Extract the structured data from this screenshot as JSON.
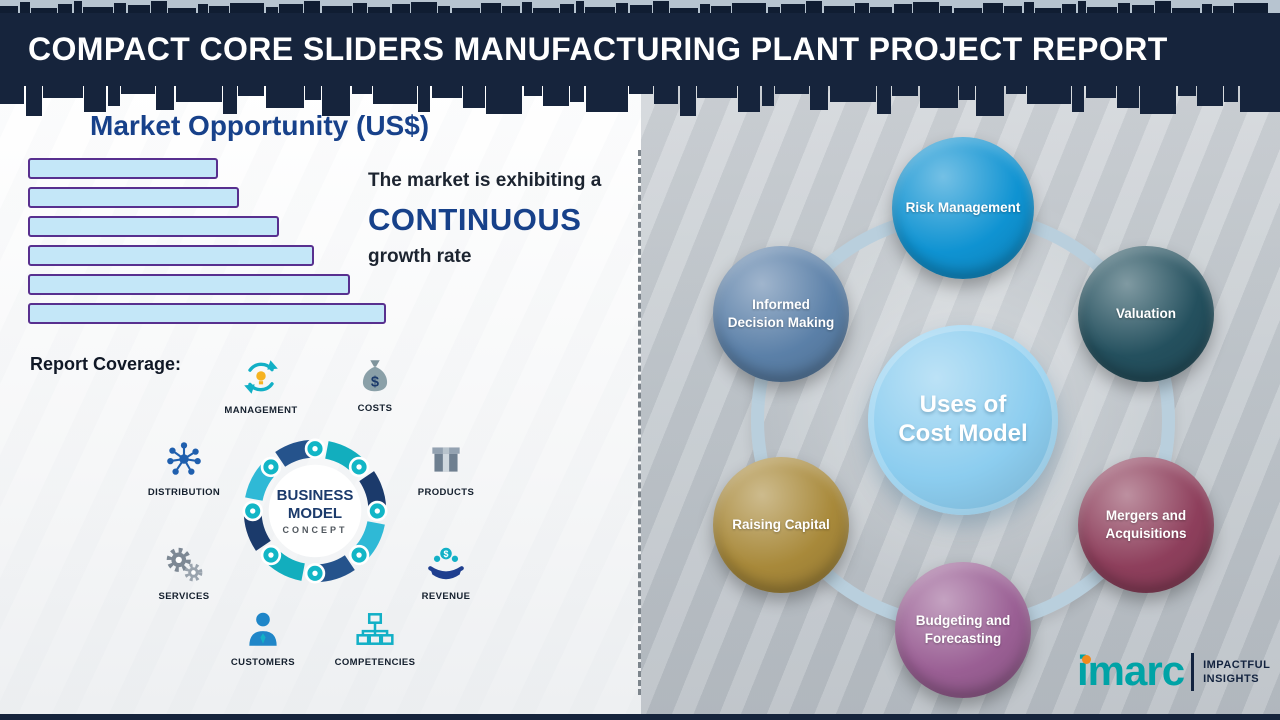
{
  "header": {
    "title": "COMPACT CORE SLIDERS MANUFACTURING PLANT PROJECT REPORT"
  },
  "left": {
    "section_title": "Market Opportunity (US$)",
    "growth": {
      "line1": "The market is exhibiting a",
      "line2": "CONTINUOUS",
      "line3": "growth rate"
    },
    "report_coverage_label": "Report Coverage:",
    "business_model": {
      "center_line1": "BUSINESS",
      "center_line2": "MODEL",
      "center_line3": "CONCEPT",
      "items": [
        {
          "label": "MANAGEMENT",
          "icon": "management-cycle-icon"
        },
        {
          "label": "COSTS",
          "icon": "money-bag-icon"
        },
        {
          "label": "DISTRIBUTION",
          "icon": "network-icon"
        },
        {
          "label": "PRODUCTS",
          "icon": "box-icon"
        },
        {
          "label": "SERVICES",
          "icon": "gears-icon"
        },
        {
          "label": "REVENUE",
          "icon": "hand-coins-icon"
        },
        {
          "label": "CUSTOMERS",
          "icon": "person-icon"
        },
        {
          "label": "COMPETENCIES",
          "icon": "org-chart-icon"
        }
      ]
    }
  },
  "chart_data": {
    "type": "bar",
    "orientation": "horizontal",
    "title": "Market Opportunity (US$)",
    "categories": [
      "",
      "",
      "",
      "",
      "",
      ""
    ],
    "values": [
      53,
      59,
      70,
      80,
      90,
      100
    ],
    "xlabel": "",
    "ylabel": "",
    "note": "six unlabeled horizontal bars of increasing length indicating a continuous growth rate"
  },
  "right": {
    "center": {
      "label_line1": "Uses of",
      "label_line2": "Cost Model",
      "color": "#8ccdef"
    },
    "satellites": [
      {
        "label": "Risk Management",
        "color": "#0f93d2"
      },
      {
        "label": "Valuation",
        "color": "#24505e"
      },
      {
        "label": "Mergers and Acquisitions",
        "color": "#8e3f5c"
      },
      {
        "label": "Budgeting and Forecasting",
        "color": "#9a5f94"
      },
      {
        "label": "Raising Capital",
        "color": "#a8893a"
      },
      {
        "label": "Informed Decision Making",
        "color": "#5b80a8"
      }
    ]
  },
  "logo": {
    "brand": "imarc",
    "tagline_line1": "IMPACTFUL",
    "tagline_line2": "INSIGHTS",
    "brand_color": "#00a3a6",
    "dot_color": "#f08a1d"
  },
  "colors": {
    "header_navy": "#16243c",
    "accent_navy": "#17418a",
    "bar_fill": "#c4e7f8",
    "bar_border": "#58308f",
    "ring": "#b9cfdd"
  }
}
